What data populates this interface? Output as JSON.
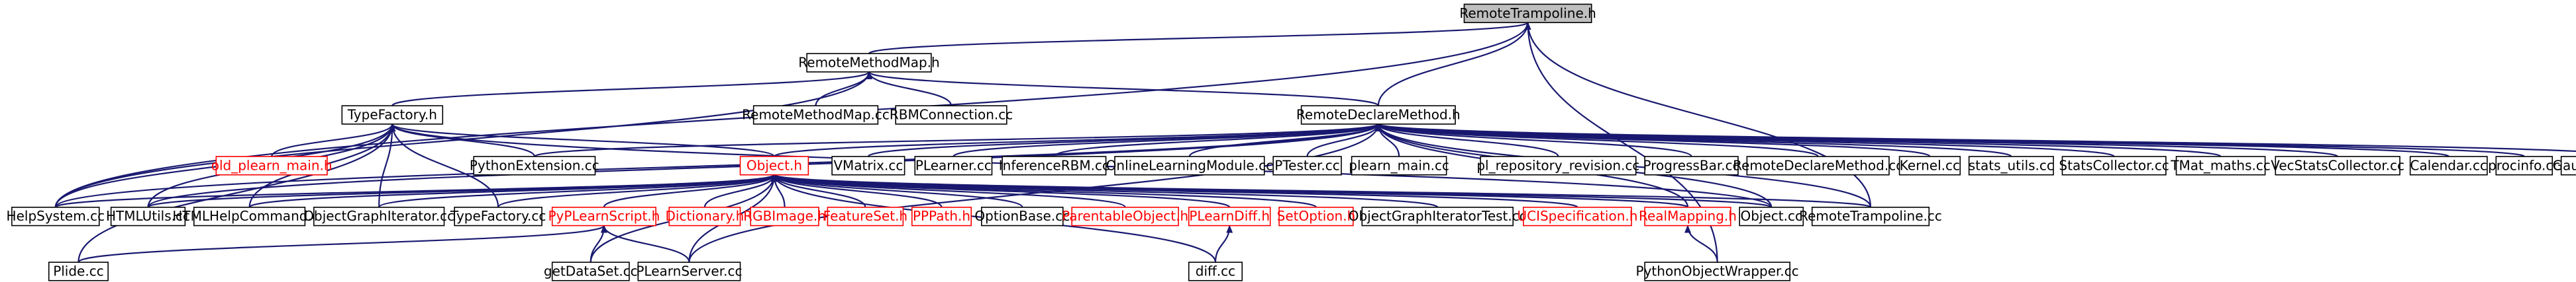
{
  "colors": {
    "edge": "#191970",
    "node_border_normal": "#000000",
    "node_border_missing": "#ff0000",
    "node_text_normal": "#000000",
    "node_text_missing": "#ff0000",
    "root_fill": "#bfbfbf"
  },
  "nodes": [
    {
      "id": "remote-trampoline-h",
      "label": "RemoteTrampoline.h",
      "kind": "root"
    },
    {
      "id": "remote-method-map-h",
      "label": "RemoteMethodMap.h",
      "kind": "normal"
    },
    {
      "id": "type-factory-h",
      "label": "TypeFactory.h",
      "kind": "normal"
    },
    {
      "id": "remote-method-map-cc",
      "label": "RemoteMethodMap.cc",
      "kind": "normal"
    },
    {
      "id": "rbm-connection-cc",
      "label": "RBMConnection.cc",
      "kind": "normal"
    },
    {
      "id": "remote-declare-method-h",
      "label": "RemoteDeclareMethod.h",
      "kind": "normal"
    },
    {
      "id": "old-plearn-main-h",
      "label": "old_plearn_main.h",
      "kind": "missing"
    },
    {
      "id": "python-extension-cc",
      "label": "PythonExtension.cc",
      "kind": "normal"
    },
    {
      "id": "object-h",
      "label": "Object.h",
      "kind": "missing"
    },
    {
      "id": "vmatrix-cc",
      "label": "VMatrix.cc",
      "kind": "normal"
    },
    {
      "id": "plearner-cc",
      "label": "PLearner.cc",
      "kind": "normal"
    },
    {
      "id": "inference-rbm-cc",
      "label": "InferenceRBM.cc",
      "kind": "normal"
    },
    {
      "id": "online-learning-module-cc",
      "label": "OnlineLearningModule.cc",
      "kind": "normal"
    },
    {
      "id": "ptester-cc",
      "label": "PTester.cc",
      "kind": "normal"
    },
    {
      "id": "plearn-main-cc",
      "label": "plearn_main.cc",
      "kind": "normal"
    },
    {
      "id": "pl-repository-revision-cc",
      "label": "pl_repository_revision.cc",
      "kind": "normal"
    },
    {
      "id": "progress-bar-cc",
      "label": "ProgressBar.cc",
      "kind": "normal"
    },
    {
      "id": "remote-declare-method-cc",
      "label": "RemoteDeclareMethod.cc",
      "kind": "normal"
    },
    {
      "id": "kernel-cc",
      "label": "Kernel.cc",
      "kind": "normal"
    },
    {
      "id": "stats-utils-cc",
      "label": "stats_utils.cc",
      "kind": "normal"
    },
    {
      "id": "stats-collector-cc",
      "label": "StatsCollector.cc",
      "kind": "normal"
    },
    {
      "id": "tmat-maths-cc",
      "label": "TMat_maths.cc",
      "kind": "normal"
    },
    {
      "id": "vec-stats-collector-cc",
      "label": "VecStatsCollector.cc",
      "kind": "normal"
    },
    {
      "id": "calendar-cc",
      "label": "Calendar.cc",
      "kind": "normal"
    },
    {
      "id": "procinfo-cc",
      "label": "procinfo.cc",
      "kind": "normal"
    },
    {
      "id": "gaussianize-vmatrix-cc",
      "label": "GaussianizeVMatrix.cc",
      "kind": "normal"
    },
    {
      "id": "help-system-cc",
      "label": "HelpSystem.cc",
      "kind": "normal"
    },
    {
      "id": "html-utils-cc",
      "label": "HTMLUtils.cc",
      "kind": "normal"
    },
    {
      "id": "html-help-command-cc",
      "label": "HTMLHelpCommand.cc",
      "kind": "normal"
    },
    {
      "id": "object-graph-iterator-cc",
      "label": "ObjectGraphIterator.cc",
      "kind": "normal"
    },
    {
      "id": "type-factory-cc",
      "label": "TypeFactory.cc",
      "kind": "normal"
    },
    {
      "id": "pyplearn-script-h",
      "label": "PyPLearnScript.h",
      "kind": "missing"
    },
    {
      "id": "dictionary-h",
      "label": "Dictionary.h",
      "kind": "missing"
    },
    {
      "id": "rgb-image-h",
      "label": "RGBImage.h",
      "kind": "missing"
    },
    {
      "id": "feature-set-h",
      "label": "FeatureSet.h",
      "kind": "missing"
    },
    {
      "id": "pp-path-h",
      "label": "PPPath.h",
      "kind": "missing"
    },
    {
      "id": "option-base-cc",
      "label": "OptionBase.cc",
      "kind": "normal"
    },
    {
      "id": "parentable-object-h",
      "label": "ParentableObject.h",
      "kind": "missing"
    },
    {
      "id": "plearn-diff-h",
      "label": "PLearnDiff.h",
      "kind": "missing"
    },
    {
      "id": "set-option-h",
      "label": "SetOption.h",
      "kind": "missing"
    },
    {
      "id": "object-graph-iterator-test-cc",
      "label": "ObjectGraphIteratorTest.cc",
      "kind": "normal"
    },
    {
      "id": "uci-specification-h",
      "label": "UCISpecification.h",
      "kind": "missing"
    },
    {
      "id": "real-mapping-h",
      "label": "RealMapping.h",
      "kind": "missing"
    },
    {
      "id": "object-cc",
      "label": "Object.cc",
      "kind": "normal"
    },
    {
      "id": "remote-trampoline-cc",
      "label": "RemoteTrampoline.cc",
      "kind": "normal"
    },
    {
      "id": "plide-cc",
      "label": "Plide.cc",
      "kind": "normal"
    },
    {
      "id": "get-data-set-cc",
      "label": "getDataSet.cc",
      "kind": "normal"
    },
    {
      "id": "plearn-server-cc",
      "label": "PLearnServer.cc",
      "kind": "normal"
    },
    {
      "id": "diff-cc",
      "label": "diff.cc",
      "kind": "normal"
    },
    {
      "id": "python-object-wrapper-cc",
      "label": "PythonObjectWrapper.cc",
      "kind": "normal"
    }
  ],
  "edges": [
    [
      "remote-method-map-h",
      "remote-trampoline-h"
    ],
    [
      "remote-declare-method-h",
      "remote-trampoline-h"
    ],
    [
      "help-system-cc",
      "remote-trampoline-h"
    ],
    [
      "remote-trampoline-cc",
      "remote-trampoline-h"
    ],
    [
      "python-object-wrapper-cc",
      "remote-trampoline-h"
    ],
    [
      "type-factory-h",
      "remote-method-map-h"
    ],
    [
      "remote-method-map-cc",
      "remote-method-map-h"
    ],
    [
      "rbm-connection-cc",
      "remote-method-map-h"
    ],
    [
      "remote-declare-method-h",
      "remote-method-map-h"
    ],
    [
      "help-system-cc",
      "remote-method-map-h"
    ],
    [
      "old-plearn-main-h",
      "type-factory-h"
    ],
    [
      "python-extension-cc",
      "type-factory-h"
    ],
    [
      "object-h",
      "type-factory-h"
    ],
    [
      "help-system-cc",
      "type-factory-h"
    ],
    [
      "html-utils-cc",
      "type-factory-h"
    ],
    [
      "html-help-command-cc",
      "type-factory-h"
    ],
    [
      "object-graph-iterator-cc",
      "type-factory-h"
    ],
    [
      "type-factory-cc",
      "type-factory-h"
    ],
    [
      "plide-cc",
      "type-factory-h"
    ],
    [
      "object-cc",
      "type-factory-h"
    ],
    [
      "python-extension-cc",
      "remote-declare-method-h"
    ],
    [
      "object-h",
      "remote-declare-method-h"
    ],
    [
      "vmatrix-cc",
      "remote-declare-method-h"
    ],
    [
      "plearner-cc",
      "remote-declare-method-h"
    ],
    [
      "inference-rbm-cc",
      "remote-declare-method-h"
    ],
    [
      "online-learning-module-cc",
      "remote-declare-method-h"
    ],
    [
      "ptester-cc",
      "remote-declare-method-h"
    ],
    [
      "plearn-main-cc",
      "remote-declare-method-h"
    ],
    [
      "pl-repository-revision-cc",
      "remote-declare-method-h"
    ],
    [
      "progress-bar-cc",
      "remote-declare-method-h"
    ],
    [
      "remote-declare-method-cc",
      "remote-declare-method-h"
    ],
    [
      "kernel-cc",
      "remote-declare-method-h"
    ],
    [
      "stats-utils-cc",
      "remote-declare-method-h"
    ],
    [
      "stats-collector-cc",
      "remote-declare-method-h"
    ],
    [
      "tmat-maths-cc",
      "remote-declare-method-h"
    ],
    [
      "vec-stats-collector-cc",
      "remote-declare-method-h"
    ],
    [
      "calendar-cc",
      "remote-declare-method-h"
    ],
    [
      "procinfo-cc",
      "remote-declare-method-h"
    ],
    [
      "gaussianize-vmatrix-cc",
      "remote-declare-method-h"
    ],
    [
      "help-system-cc",
      "remote-declare-method-h"
    ],
    [
      "html-utils-cc",
      "remote-declare-method-h"
    ],
    [
      "real-mapping-h",
      "remote-declare-method-h"
    ],
    [
      "object-cc",
      "remote-declare-method-h"
    ],
    [
      "remote-trampoline-cc",
      "remote-declare-method-h"
    ],
    [
      "plearn-server-cc",
      "remote-declare-method-h"
    ],
    [
      "help-system-cc",
      "object-h"
    ],
    [
      "html-utils-cc",
      "object-h"
    ],
    [
      "html-help-command-cc",
      "object-h"
    ],
    [
      "object-graph-iterator-cc",
      "object-h"
    ],
    [
      "type-factory-cc",
      "object-h"
    ],
    [
      "pyplearn-script-h",
      "object-h"
    ],
    [
      "dictionary-h",
      "object-h"
    ],
    [
      "rgb-image-h",
      "object-h"
    ],
    [
      "feature-set-h",
      "object-h"
    ],
    [
      "pp-path-h",
      "object-h"
    ],
    [
      "option-base-cc",
      "object-h"
    ],
    [
      "parentable-object-h",
      "object-h"
    ],
    [
      "plearn-diff-h",
      "object-h"
    ],
    [
      "set-option-h",
      "object-h"
    ],
    [
      "object-graph-iterator-test-cc",
      "object-h"
    ],
    [
      "uci-specification-h",
      "object-h"
    ],
    [
      "real-mapping-h",
      "object-h"
    ],
    [
      "object-cc",
      "object-h"
    ],
    [
      "remote-trampoline-cc",
      "object-h"
    ],
    [
      "get-data-set-cc",
      "object-h"
    ],
    [
      "plearn-server-cc",
      "object-h"
    ],
    [
      "diff-cc",
      "object-h"
    ],
    [
      "plide-cc",
      "pyplearn-script-h"
    ],
    [
      "get-data-set-cc",
      "pyplearn-script-h"
    ],
    [
      "plearn-server-cc",
      "pyplearn-script-h"
    ],
    [
      "diff-cc",
      "plearn-diff-h"
    ],
    [
      "python-object-wrapper-cc",
      "real-mapping-h"
    ]
  ]
}
